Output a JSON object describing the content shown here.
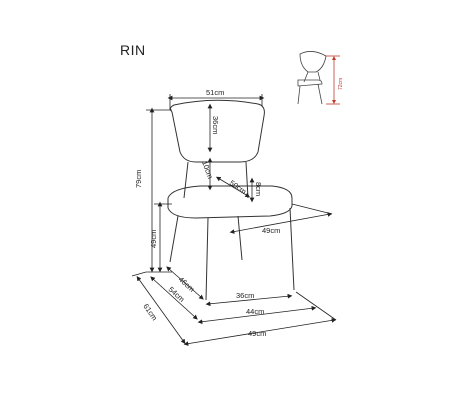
{
  "product": {
    "name": "RIN"
  },
  "dimensions": {
    "backrest_width": "51cm",
    "backrest_height": "36cm",
    "back_gap": "10cm",
    "seat_depth_top": "50cm",
    "seat_thickness": "8cm",
    "seat_width_top": "49cm",
    "total_height": "79cm",
    "seat_height": "49cm",
    "front_depth_inner": "46cm",
    "side_depth_mid": "54cm",
    "side_depth_outer": "61cm",
    "front_width_inner": "36cm",
    "front_width_mid": "44cm",
    "front_width_outer": "49cm",
    "thumb_height": "72cm"
  },
  "colors": {
    "line": "#222222",
    "accent": "#c0392b"
  }
}
